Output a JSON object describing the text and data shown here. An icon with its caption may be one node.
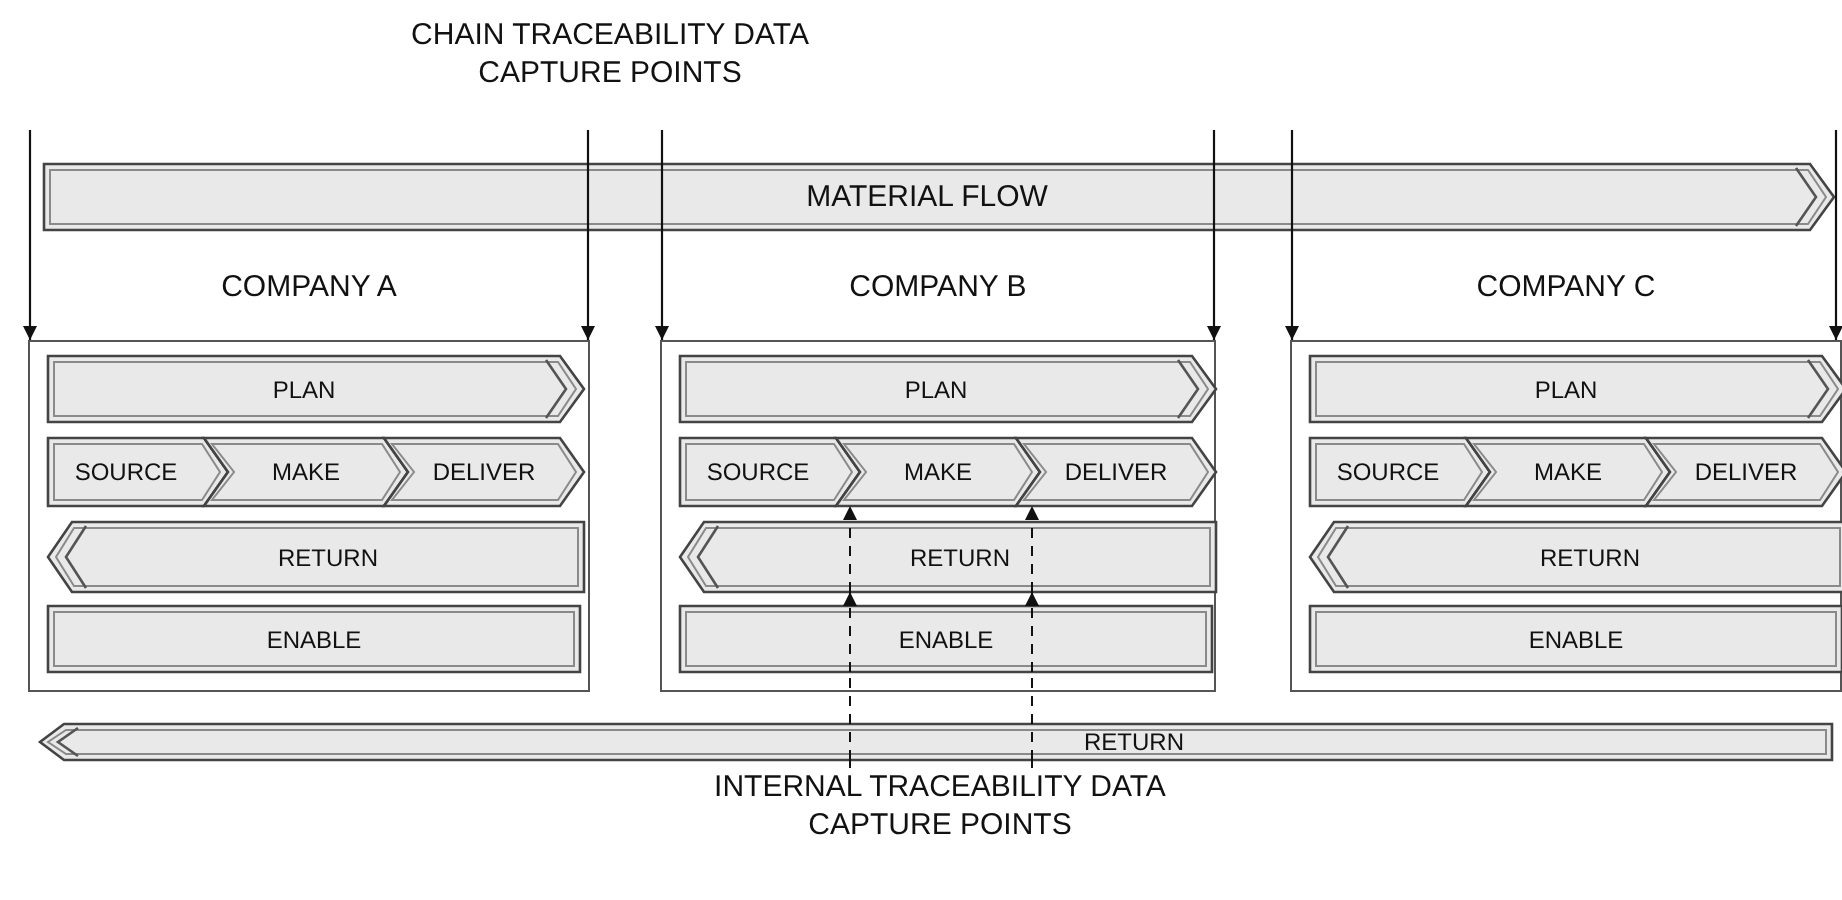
{
  "diagram": {
    "nodes": [
      {
        "text": [
          "CHAIN TRACEABILITY DATA CAPTURE POINTS"
        ]
      },
      {
        "text": [
          "MATERIAL FLOW"
        ]
      },
      {
        "text": [
          "COMPANY A"
        ]
      },
      {
        "text": [
          "PLAN"
        ],
        "in": 2
      },
      {
        "text": [
          "SOURCE"
        ],
        "in": 2
      },
      {
        "text": [
          "MAKE"
        ],
        "in": 2
      },
      {
        "text": [
          "DELIVER"
        ],
        "in": 2
      },
      {
        "text": [
          "RETURN"
        ],
        "in": 2
      },
      {
        "text": [
          "ENABLE"
        ],
        "in": 2
      },
      {
        "text": [
          "COMPANY B"
        ]
      },
      {
        "text": [
          "PLAN"
        ],
        "in": 9
      },
      {
        "text": [
          "SOURCE"
        ],
        "in": 9
      },
      {
        "text": [
          "MAKE"
        ],
        "in": 9
      },
      {
        "text": [
          "DELIVER"
        ],
        "in": 9
      },
      {
        "text": [
          "RETURN"
        ],
        "in": 9
      },
      {
        "text": [
          "ENABLE"
        ],
        "in": 9
      },
      {
        "text": [
          "COMPANY C"
        ]
      },
      {
        "text": [
          "PLAN"
        ],
        "in": 16
      },
      {
        "text": [
          "SOURCE"
        ],
        "in": 16
      },
      {
        "text": [
          "MAKE"
        ],
        "in": 16
      },
      {
        "text": [
          "DELIVER"
        ],
        "in": 16
      },
      {
        "text": [
          "RETURN"
        ],
        "in": 16
      },
      {
        "text": [
          "ENABLE"
        ],
        "in": 16
      },
      {
        "text": [
          "RETURN"
        ]
      },
      {
        "text": [
          "INTERNAL TRACEABILITY DATA CAPTURE POINTS"
        ]
      }
    ],
    "edges": [
      {
        "from": null,
        "to": 2,
        "arrow": "to"
      },
      {
        "from": null,
        "to": 2,
        "arrow": "to"
      },
      {
        "from": null,
        "to": 9,
        "arrow": "to"
      },
      {
        "from": null,
        "to": 9,
        "arrow": "to"
      },
      {
        "from": null,
        "to": 16,
        "arrow": "to"
      },
      {
        "from": null,
        "to": 16,
        "arrow": "to"
      },
      {
        "from": 24,
        "to": 23,
        "arrow": "none",
        "style": "dashed"
      },
      {
        "from": 23,
        "to": 15,
        "arrow": "none",
        "style": "dashed"
      },
      {
        "from": 15,
        "to": 14,
        "arrow": "to",
        "style": "dashed"
      },
      {
        "from": 14,
        "to": 12,
        "arrow": "to",
        "style": "dashed"
      },
      {
        "from": 24,
        "to": 23,
        "arrow": "none",
        "style": "dashed"
      },
      {
        "from": 23,
        "to": 15,
        "arrow": "none",
        "style": "dashed"
      },
      {
        "from": 15,
        "to": 14,
        "arrow": "to",
        "style": "dashed"
      },
      {
        "from": 14,
        "to": 13,
        "arrow": "to",
        "style": "dashed"
      }
    ]
  }
}
